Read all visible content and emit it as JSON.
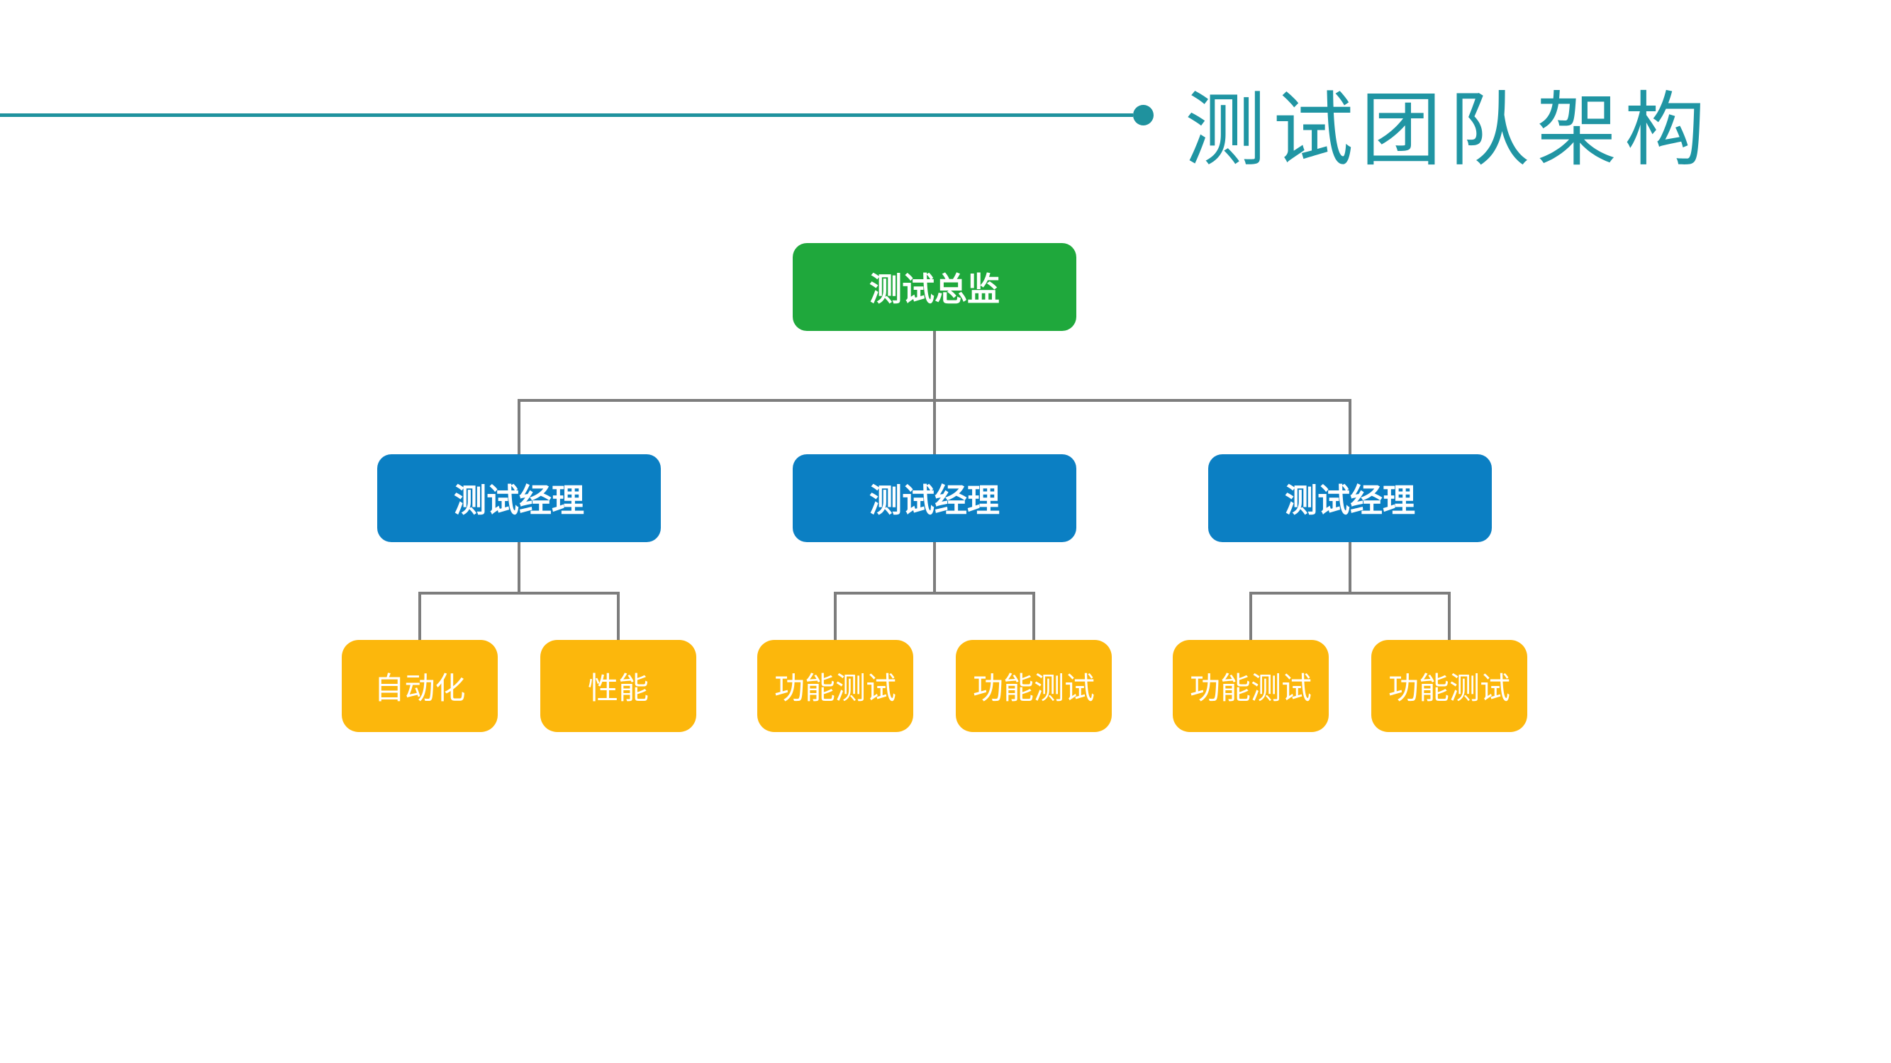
{
  "header": {
    "title": "测试团队架构",
    "accent_color": "#1f929e",
    "title_color": "#2095a3"
  },
  "org_chart": {
    "director": {
      "label": "测试总监",
      "color": "#1fa83c",
      "text_color": "#ffffff"
    },
    "managers": [
      {
        "label": "测试经理",
        "color": "#0b7fc3",
        "text_color": "#ffffff"
      },
      {
        "label": "测试经理",
        "color": "#0b7fc3",
        "text_color": "#ffffff"
      },
      {
        "label": "测试经理",
        "color": "#0b7fc3",
        "text_color": "#ffffff"
      }
    ],
    "teams": [
      {
        "label": "自动化",
        "color": "#fcb70c",
        "text_color": "#ffffff",
        "parent": 0
      },
      {
        "label": "性能",
        "color": "#fcb70c",
        "text_color": "#ffffff",
        "parent": 0
      },
      {
        "label": "功能测试",
        "color": "#fcb70c",
        "text_color": "#ffffff",
        "parent": 1
      },
      {
        "label": "功能测试",
        "color": "#fcb70c",
        "text_color": "#ffffff",
        "parent": 1
      },
      {
        "label": "功能测试",
        "color": "#fcb70c",
        "text_color": "#ffffff",
        "parent": 2
      },
      {
        "label": "功能测试",
        "color": "#fcb70c",
        "text_color": "#ffffff",
        "parent": 2
      }
    ],
    "connector_color": "#7d7d7d"
  }
}
